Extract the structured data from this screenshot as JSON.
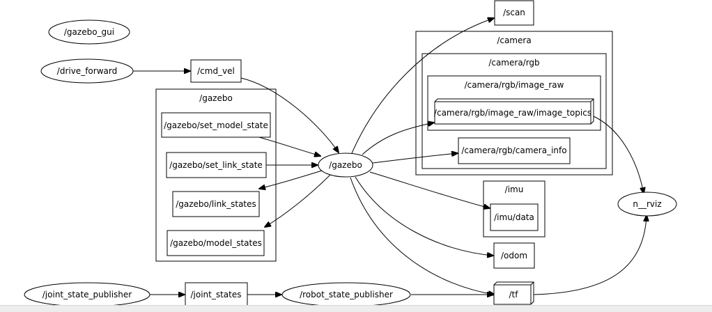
{
  "graph": {
    "nodes": {
      "gazebo_gui": "/gazebo_gui",
      "drive_forward": "/drive_forward",
      "cmd_vel": "/cmd_vel",
      "set_model_state": "/gazebo/set_model_state",
      "set_link_state": "/gazebo/set_link_state",
      "link_states": "/gazebo/link_states",
      "model_states": "/gazebo/model_states",
      "gazebo": "/gazebo",
      "scan": "/scan",
      "image_topics": "/camera/rgb/image_raw/image_topics",
      "camera_info": "/camera/rgb/camera_info",
      "imu_data": "/imu/data",
      "odom": "/odom",
      "tf": "/tf",
      "rviz": "n__rviz",
      "joint_state_publisher": "/joint_state_publisher",
      "joint_states": "/joint_states",
      "robot_state_publisher": "/robot_state_publisher"
    },
    "clusters": {
      "gazebo": "/gazebo",
      "camera": "/camera",
      "camera_rgb": "/camera/rgb",
      "camera_rgb_image_raw": "/camera/rgb/image_raw",
      "imu": "/imu"
    },
    "edges": [
      {
        "from": "drive_forward",
        "to": "cmd_vel"
      },
      {
        "from": "cmd_vel",
        "to": "gazebo"
      },
      {
        "from": "set_model_state",
        "to": "gazebo"
      },
      {
        "from": "set_link_state",
        "to": "gazebo"
      },
      {
        "from": "gazebo",
        "to": "link_states"
      },
      {
        "from": "gazebo",
        "to": "model_states"
      },
      {
        "from": "gazebo",
        "to": "scan"
      },
      {
        "from": "gazebo",
        "to": "image_topics"
      },
      {
        "from": "gazebo",
        "to": "camera_info"
      },
      {
        "from": "gazebo",
        "to": "imu_data"
      },
      {
        "from": "gazebo",
        "to": "odom"
      },
      {
        "from": "gazebo",
        "to": "tf"
      },
      {
        "from": "image_topics",
        "to": "rviz"
      },
      {
        "from": "tf",
        "to": "rviz"
      },
      {
        "from": "joint_state_publisher",
        "to": "joint_states"
      },
      {
        "from": "joint_states",
        "to": "robot_state_publisher"
      },
      {
        "from": "robot_state_publisher",
        "to": "tf"
      }
    ]
  }
}
